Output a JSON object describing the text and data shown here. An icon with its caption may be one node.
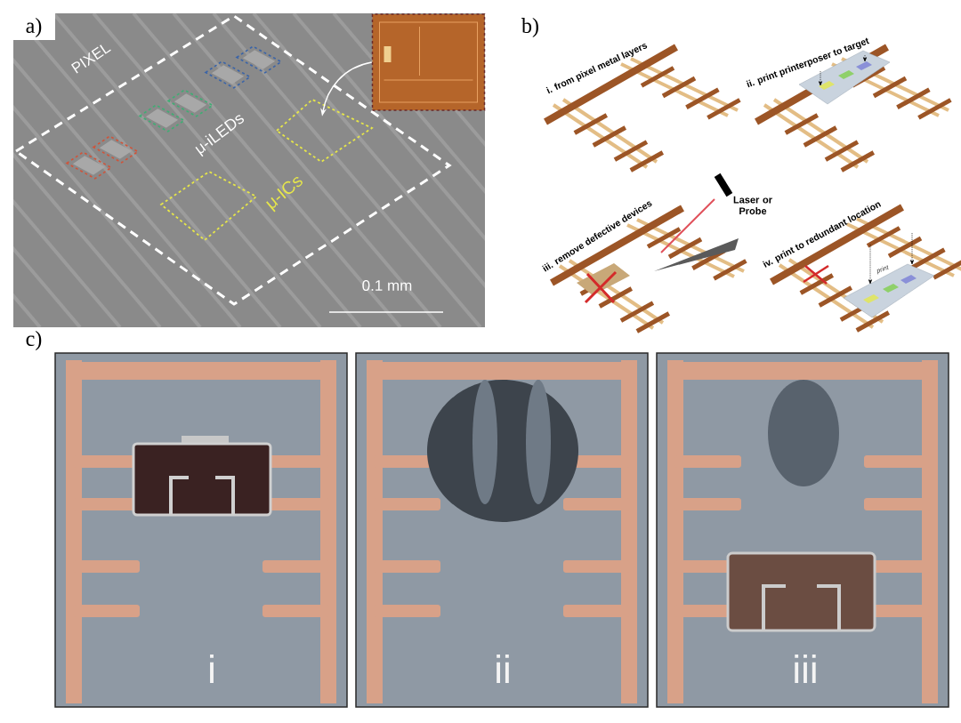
{
  "diagram": {
    "nodes": [
      {
        "text": [],
        "shape": "picture"
      },
      {
        "text": [],
        "shape": "box"
      }
    ],
    "edges": [
      {
        "from": 0,
        "to": 1,
        "arrow": "to",
        "color": "#ffffff"
      }
    ],
    "labels": [
      "a)",
      "PIXEL",
      "μ-iLEDs",
      "μ-ICs",
      "0.1 mm",
      "b)",
      "i. from pixel metal layers",
      "ii. print printerposer to target",
      "iii. remove defective devices",
      "Laser or Probe",
      "iv. print to redundant location",
      "print",
      "c)",
      "i",
      "ii",
      "iii"
    ]
  }
}
